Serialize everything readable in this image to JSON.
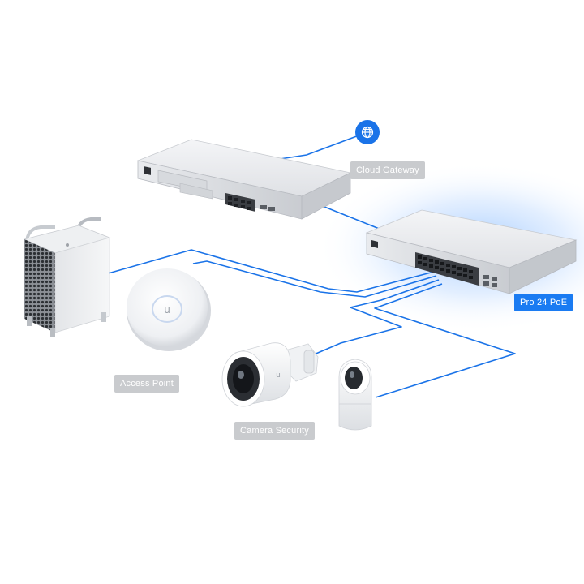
{
  "labels": {
    "cloud_gateway": "Cloud Gateway",
    "switch": "Pro 24 PoE",
    "access_point": "Access Point",
    "camera": "Camera Security"
  },
  "icons": {
    "internet": "globe-icon",
    "ap_logo": "ubiquiti-u-logo",
    "camera_logo": "ubiquiti-u-logo"
  },
  "colors": {
    "cable": "#1a73e8",
    "highlight_tag": "#1a7bf2",
    "device_tag": "#c9cbce",
    "glow": "#5aa2ff"
  }
}
